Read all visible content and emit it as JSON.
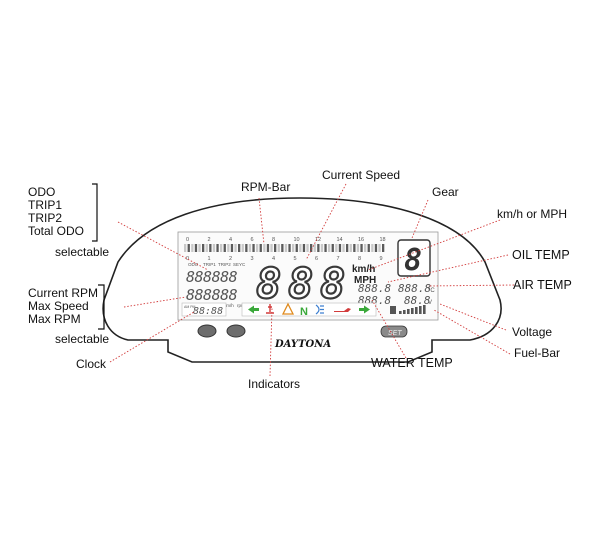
{
  "device": {
    "brand": "DAYTONA",
    "button_set": "SET",
    "lcd": {
      "rpm_scale": [
        "0",
        "2",
        "4",
        "6",
        "8",
        "10",
        "12",
        "14",
        "16",
        "18"
      ],
      "rpm_scale_low": [
        "0",
        "1",
        "2",
        "3",
        "4",
        "5",
        "6",
        "7",
        "8",
        "9"
      ],
      "odo_tabs": [
        "ODO",
        "TRIP1",
        "TRIP2",
        "SEYC"
      ],
      "odo_digits": "888888",
      "rpm_digits": "888888",
      "rpm_units": [
        "MAX",
        "MPH",
        "km/h",
        "rpm"
      ],
      "speed_digits": [
        "8",
        "8",
        "8"
      ],
      "unit_kmh": "km/h",
      "unit_mph": "MPH",
      "gear_digit": "8",
      "oil_digits": "888.8",
      "air_digits": "888.8",
      "water_digits": "888.8",
      "volt_digits": "88.8",
      "clock_ampm": "AM PM",
      "clock_digits": "88:88",
      "unit_c": "°C",
      "unit_v": "V"
    }
  },
  "labels": {
    "odo_group": [
      "ODO",
      "TRIP1",
      "TRIP2",
      "Total ODO"
    ],
    "odo_selectable": "selectable",
    "rpm_group": [
      "Current RPM",
      "Max Speed",
      "Max RPM"
    ],
    "rpm_selectable": "selectable",
    "rpm_bar": "RPM-Bar",
    "current_speed": "Current Speed",
    "gear": "Gear",
    "kmh_mph": "km/h or MPH",
    "oil_temp": "OIL TEMP",
    "air_temp": "AIR TEMP",
    "voltage": "Voltage",
    "fuel_bar": "Fuel-Bar",
    "water_temp": "WATER TEMP",
    "indicators": "Indicators",
    "clock": "Clock"
  },
  "colors": {
    "lcd_segment": "#e8a0a0",
    "lcd_segment_dark": "#5a5a5a",
    "leader_line": "#d23b3b",
    "indicator_green": "#3aa83a",
    "indicator_red": "#d23b3b",
    "indicator_orange": "#e08a1e",
    "indicator_blue": "#3d7fd0"
  }
}
